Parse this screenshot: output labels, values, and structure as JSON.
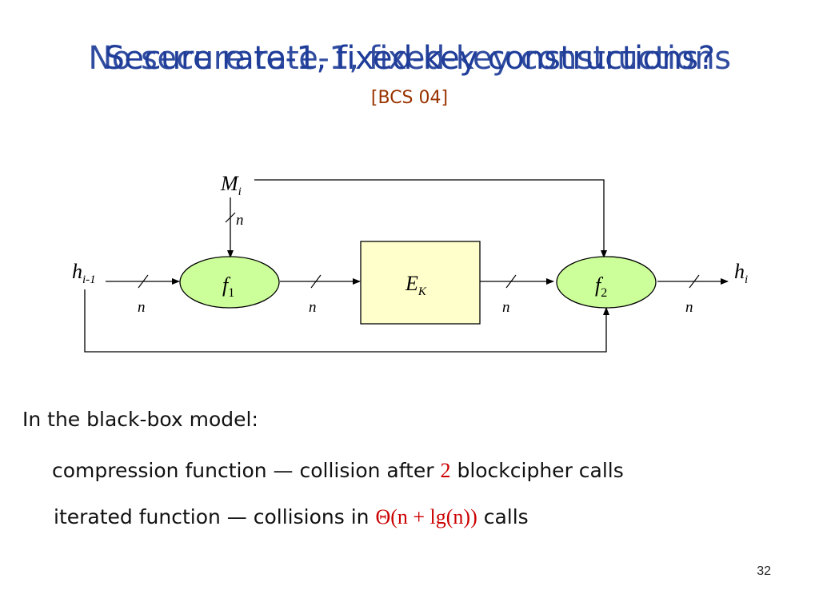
{
  "slide": {
    "title_a": "Secure rate-1, fixed-key constructions?",
    "title_b": "No secure rate-1, fixed-key constructions",
    "subtitle": "[BCS 04]",
    "page_number": "32"
  },
  "diagram": {
    "input_message": {
      "base": "M",
      "sub": "i"
    },
    "input_chain": {
      "base": "h",
      "sub": "i-1"
    },
    "output_chain": {
      "base": "h",
      "sub": "i"
    },
    "f1": {
      "base": "f",
      "sub": "1"
    },
    "f2": {
      "base": "f",
      "sub": "2"
    },
    "cipher": {
      "base": "E",
      "sub": "K"
    },
    "wire_width_label": "n"
  },
  "text": {
    "intro": "In the black-box model:",
    "line1_pre": "compression function — collision after ",
    "line1_math": "2",
    "line1_post": " blockcipher calls",
    "line2_pre": "iterated function — collisions in ",
    "line2_math": "Θ(n + lg(n))",
    "line2_post": " calls"
  },
  "colors": {
    "title": "#1f3d99",
    "subtitle": "#993300",
    "math": "#cc0000",
    "ellipse_fill": "#ccff99",
    "box_fill": "#ffffcc"
  }
}
